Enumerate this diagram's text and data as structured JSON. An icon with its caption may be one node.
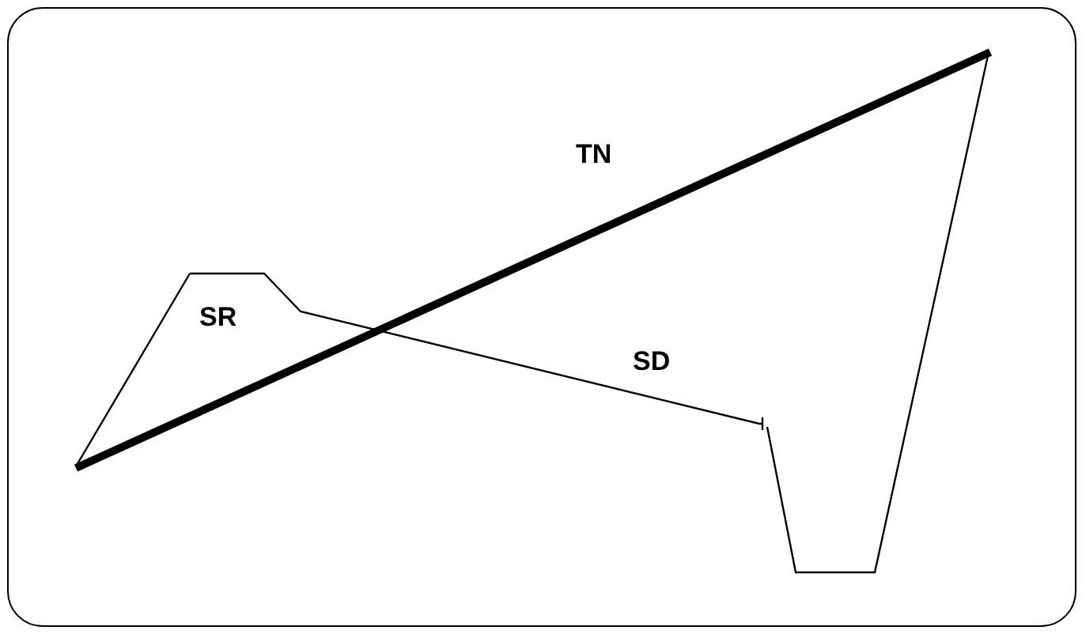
{
  "diagram": {
    "labels": [
      "TN",
      "SR",
      "SD"
    ]
  }
}
